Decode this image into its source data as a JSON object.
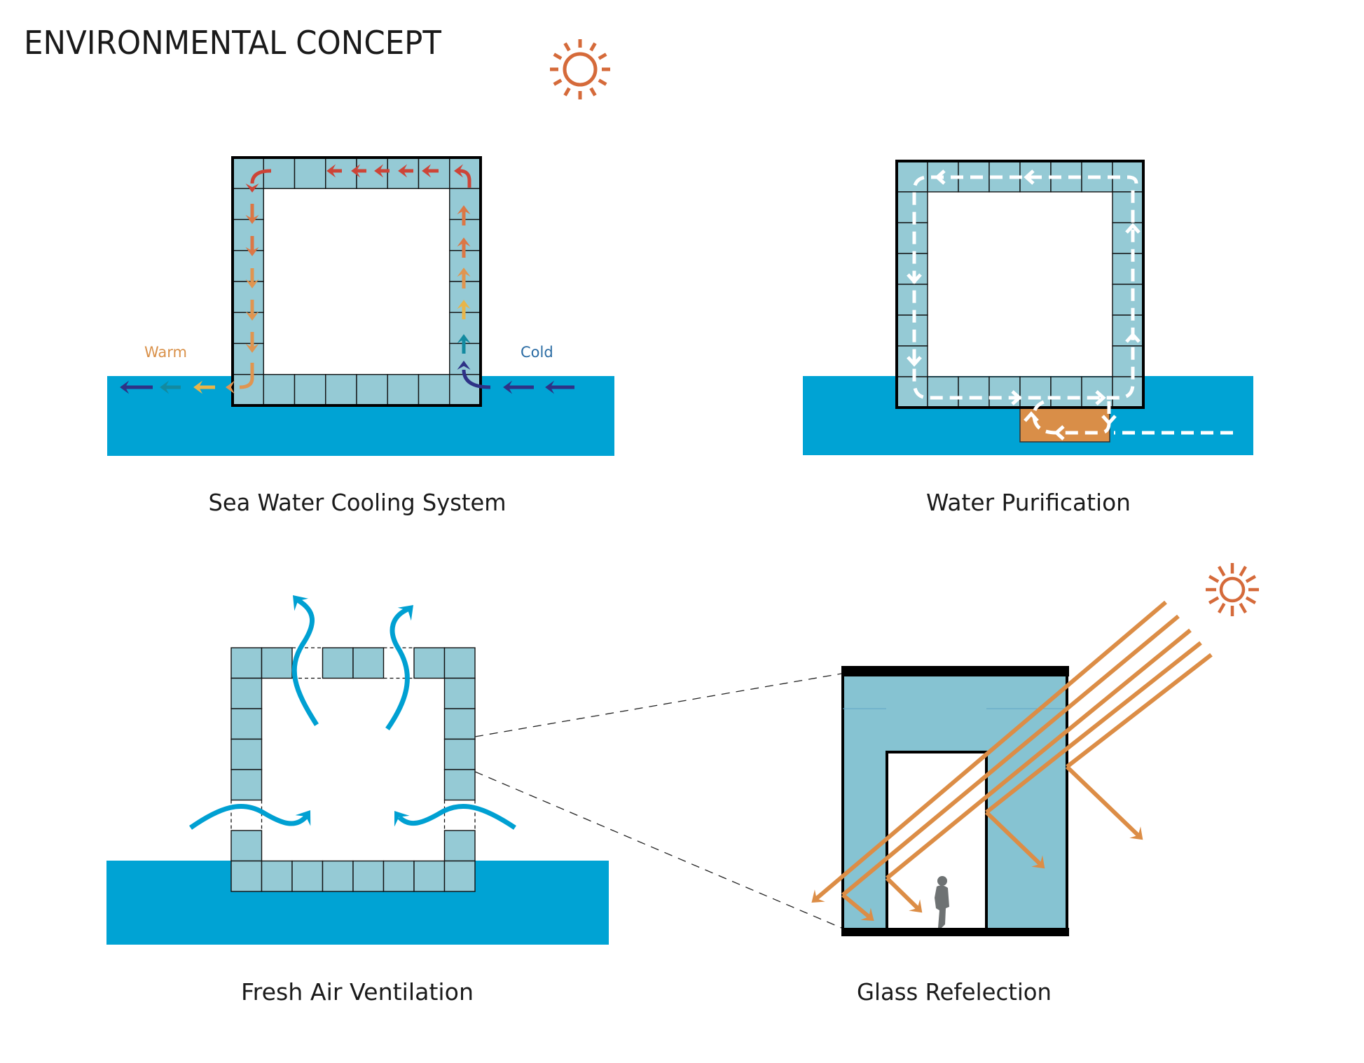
{
  "title": "ENVIRONMENTAL CONCEPT",
  "colors": {
    "water": "#00a3d4",
    "tile": "#95cad5",
    "glass": "#86c3d2",
    "sun": "#d56a3a",
    "ray": "#dc8d46",
    "tank": "#d98e48",
    "air": "#00a0d2",
    "person": "#6e7273"
  },
  "panels": [
    {
      "id": "sea-water-cooling",
      "caption": "Sea Water Cooling System",
      "labels": {
        "warm": "Warm",
        "cold": "Cold"
      },
      "flow_colors": {
        "cold_in": "#2e3286",
        "teal": "#138aa0",
        "yellow": "#e8b54a",
        "light_orange": "#e09550",
        "orange": "#dc7745",
        "red": "#cd4437",
        "warm_out": [
          "#e09550",
          "#e8b54a",
          "#138aa0",
          "#2e3286"
        ]
      }
    },
    {
      "id": "water-purification",
      "caption": "Water Purification"
    },
    {
      "id": "fresh-air-ventilation",
      "caption": "Fresh Air Ventilation"
    },
    {
      "id": "glass-reflection",
      "caption": "Glass Refelection"
    }
  ]
}
